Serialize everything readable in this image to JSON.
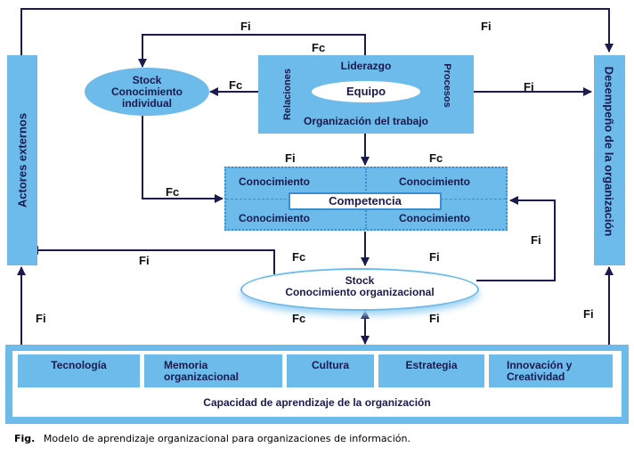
{
  "diagram": {
    "actors_external": "Actores externos",
    "org_performance": "Desempeño de la organización",
    "team_box": {
      "top": "Liderazgo",
      "center": "Equipo",
      "left": "Relaciones",
      "right": "Procesos",
      "bottom": "Organización del trabajo"
    },
    "individual_stock": [
      "Stock",
      "Conocimiento",
      "individual"
    ],
    "competence": {
      "center": "Competencia",
      "cells": [
        "Conocimiento",
        "Conocimiento",
        "Conocimiento",
        "Conocimiento"
      ]
    },
    "org_stock": [
      "Stock",
      "Conocimiento organizacional"
    ],
    "capacity": {
      "title": "Capacidad de aprendizaje de la organización",
      "items": [
        [
          "Tecnología"
        ],
        [
          "Memoria",
          "organizacional"
        ],
        [
          "Cultura"
        ],
        [
          "Estrategia"
        ],
        [
          "Innovación y",
          "Creatividad"
        ]
      ]
    },
    "flow_labels": {
      "top_right_fi": "Fi",
      "top_left_fi": "Fi",
      "team_top_fc": "Fc",
      "team_to_individual_fc": "Fc",
      "team_to_perf_fi": "Fi",
      "individual_to_comp_fc": "Fc",
      "above_comp_fi": "Fi",
      "above_comp_fc": "Fc",
      "right_loop_fi": "Fi",
      "stock_to_actors_fi": "Fi",
      "above_stock_fc": "Fc",
      "above_stock_fi": "Fi",
      "below_stock_fc": "Fc",
      "below_stock_fi": "Fi",
      "left_bottom_fi": "Fi",
      "right_bottom_fi": "Fi"
    },
    "colors": {
      "box_blue": "#6cbbeb",
      "line_navy": "#1a1a4e"
    }
  },
  "caption": {
    "prefix": "Fig.",
    "text": "Modelo de aprendizaje organizacional para organizaciones de información."
  }
}
